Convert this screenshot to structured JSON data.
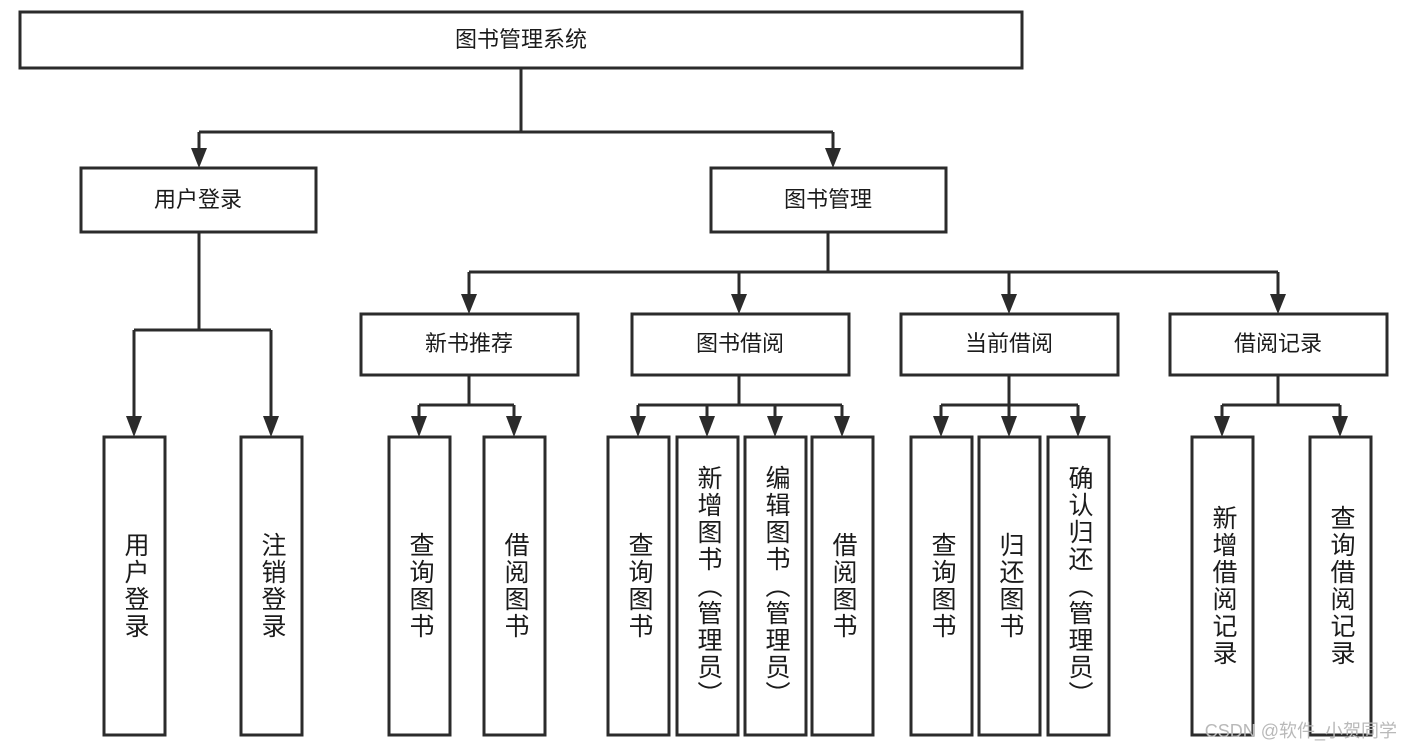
{
  "diagram": {
    "type": "tree",
    "title": "图书管理系统",
    "watermark": "CSDN @软件_小贺同学",
    "colors": {
      "stroke": "#2b2b2b",
      "fill": "#ffffff",
      "text": "#1b1b1b",
      "watermark": "#b9b9b9",
      "background": "#ffffff"
    },
    "levels": {
      "root": {
        "label": "图书管理系统"
      },
      "level2": [
        {
          "label": "用户登录"
        },
        {
          "label": "图书管理"
        }
      ],
      "level3": [
        {
          "label": "新书推荐"
        },
        {
          "label": "图书借阅"
        },
        {
          "label": "当前借阅"
        },
        {
          "label": "借阅记录"
        }
      ],
      "leaves": {
        "user_login": [
          {
            "label": "用户登录"
          },
          {
            "label": "注销登录"
          }
        ],
        "new_book_recommend": [
          {
            "label": "查询图书"
          },
          {
            "label": "借阅图书"
          }
        ],
        "book_borrow": [
          {
            "label": "查询图书"
          },
          {
            "label": "新增图书（管理员）"
          },
          {
            "label": "编辑图书（管理员）"
          },
          {
            "label": "借阅图书"
          }
        ],
        "current_borrow": [
          {
            "label": "查询图书"
          },
          {
            "label": "归还图书"
          },
          {
            "label": "确认归还（管理员）"
          }
        ],
        "borrow_record": [
          {
            "label": "新增借阅记录"
          },
          {
            "label": "查询借阅记录"
          }
        ]
      }
    }
  }
}
